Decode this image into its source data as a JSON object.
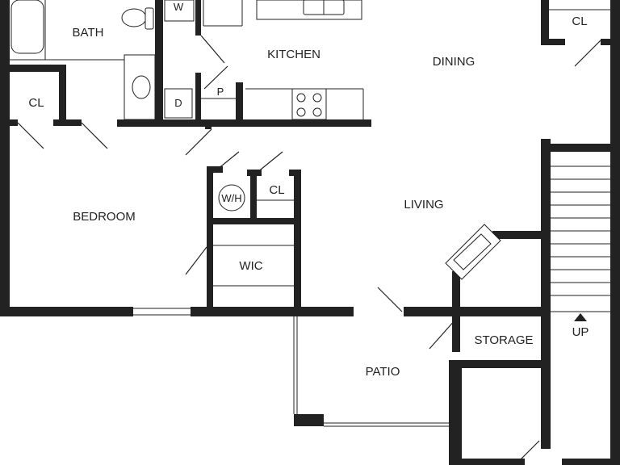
{
  "colors": {
    "wall": "#222222",
    "background": "#ffffff"
  },
  "rooms": {
    "bath": "BATH",
    "kitchen": "KITCHEN",
    "dining": "DINING",
    "bedroom": "BEDROOM",
    "living": "LIVING",
    "wic": "WIC",
    "patio": "PATIO",
    "storage": "STORAGE",
    "closet_bedroom": "CL",
    "closet_hall": "CL",
    "closet_dining": "CL",
    "water_heater": "W/H",
    "washer": "W",
    "dryer": "D",
    "pantry": "P",
    "stairs_up": "UP"
  }
}
